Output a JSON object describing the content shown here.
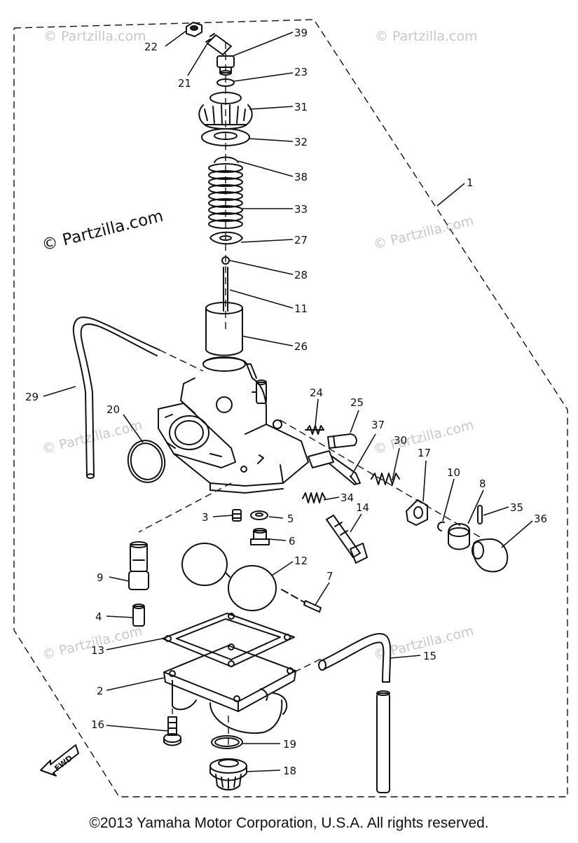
{
  "diagram": {
    "callouts": [
      {
        "id": "22",
        "label": "22"
      },
      {
        "id": "39",
        "label": "39"
      },
      {
        "id": "21",
        "label": "21"
      },
      {
        "id": "23",
        "label": "23"
      },
      {
        "id": "31",
        "label": "31"
      },
      {
        "id": "32",
        "label": "32"
      },
      {
        "id": "38",
        "label": "38"
      },
      {
        "id": "1",
        "label": "1"
      },
      {
        "id": "33",
        "label": "33"
      },
      {
        "id": "27",
        "label": "27"
      },
      {
        "id": "28",
        "label": "28"
      },
      {
        "id": "11",
        "label": "11"
      },
      {
        "id": "26",
        "label": "26"
      },
      {
        "id": "29",
        "label": "29"
      },
      {
        "id": "24",
        "label": "24"
      },
      {
        "id": "25",
        "label": "25"
      },
      {
        "id": "20",
        "label": "20"
      },
      {
        "id": "37",
        "label": "37"
      },
      {
        "id": "30",
        "label": "30"
      },
      {
        "id": "17",
        "label": "17"
      },
      {
        "id": "10",
        "label": "10"
      },
      {
        "id": "8",
        "label": "8"
      },
      {
        "id": "35",
        "label": "35"
      },
      {
        "id": "36",
        "label": "36"
      },
      {
        "id": "34",
        "label": "34"
      },
      {
        "id": "14",
        "label": "14"
      },
      {
        "id": "3",
        "label": "3"
      },
      {
        "id": "5",
        "label": "5"
      },
      {
        "id": "6",
        "label": "6"
      },
      {
        "id": "12",
        "label": "12"
      },
      {
        "id": "9",
        "label": "9"
      },
      {
        "id": "7",
        "label": "7"
      },
      {
        "id": "4",
        "label": "4"
      },
      {
        "id": "13",
        "label": "13"
      },
      {
        "id": "15",
        "label": "15"
      },
      {
        "id": "2",
        "label": "2"
      },
      {
        "id": "16",
        "label": "16"
      },
      {
        "id": "19",
        "label": "19"
      },
      {
        "id": "18",
        "label": "18"
      }
    ],
    "fwd_label": "FWD",
    "watermark_text": "© Partzilla.com",
    "copyright": "©2013  Yamaha Motor Corporation, U.S.A. All rights reserved."
  }
}
